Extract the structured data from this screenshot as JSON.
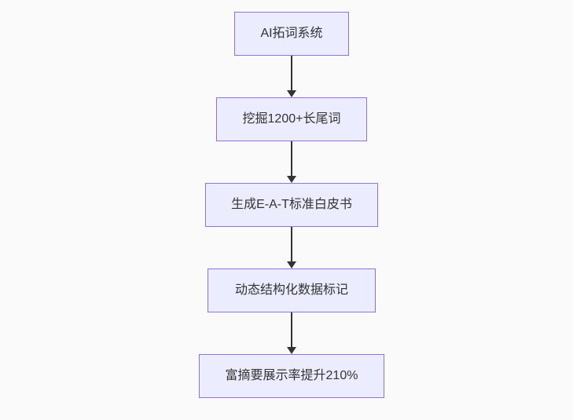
{
  "diagram": {
    "type": "flowchart",
    "direction": "top-down",
    "nodes": [
      {
        "label": "AI拓词系统"
      },
      {
        "label": "挖掘1200+长尾词"
      },
      {
        "label": "生成E-A-T标准白皮书"
      },
      {
        "label": "动态结构化数据标记"
      },
      {
        "label": "富摘要展示率提升210%"
      }
    ],
    "edges": [
      {
        "from": 0,
        "to": 1
      },
      {
        "from": 1,
        "to": 2
      },
      {
        "from": 2,
        "to": 3
      },
      {
        "from": 3,
        "to": 4
      }
    ]
  },
  "colors": {
    "node-fill": "#ECECFF",
    "node-border": "#9370DB",
    "arrow": "#333333",
    "text": "#333333",
    "background": "#FAFAFA"
  }
}
